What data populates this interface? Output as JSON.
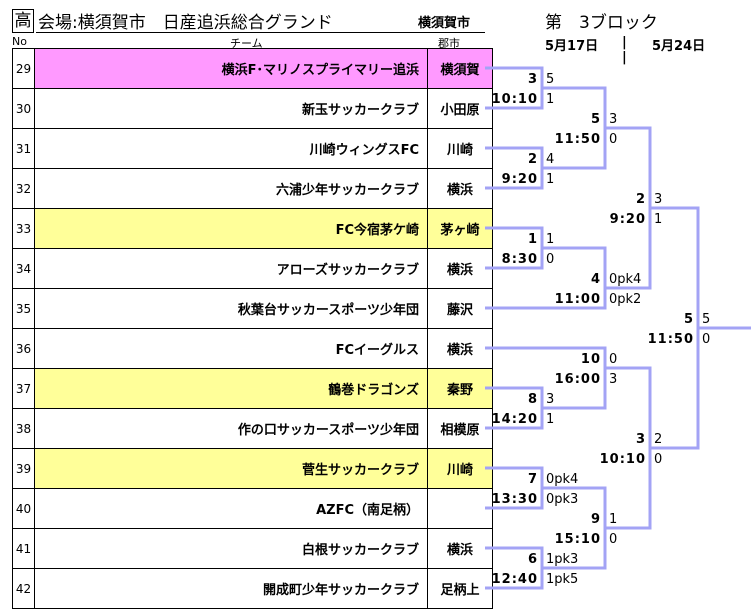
{
  "header": {
    "badge": "高",
    "venue": "会場:横須賀市　日産追浜総合グランド",
    "host_city": "横須賀市",
    "block": "第　3ブロック",
    "col_no": "No",
    "col_team": "チーム",
    "col_city": "郡市",
    "date1": "5月17日",
    "separator": "|",
    "date2": "5月24日"
  },
  "colors": {
    "pink": "#ff99ff",
    "yellow": "#ffff99",
    "line": "#a3a3f5"
  },
  "teams": [
    {
      "no": "29",
      "name": "横浜F･マリノスプライマリー追浜",
      "city": "横須賀",
      "hl": "pink"
    },
    {
      "no": "30",
      "name": "新玉サッカークラブ",
      "city": "小田原",
      "hl": ""
    },
    {
      "no": "31",
      "name": "川崎ウィングスFC",
      "city": "川崎",
      "hl": ""
    },
    {
      "no": "32",
      "name": "六浦少年サッカークラブ",
      "city": "横浜",
      "hl": ""
    },
    {
      "no": "33",
      "name": "FC今宿茅ケ崎",
      "city": "茅ヶ崎",
      "hl": "yellow"
    },
    {
      "no": "34",
      "name": "アローズサッカークラブ",
      "city": "横浜",
      "hl": ""
    },
    {
      "no": "35",
      "name": "秋葉台サッカースポーツ少年団",
      "city": "藤沢",
      "hl": ""
    },
    {
      "no": "36",
      "name": "FCイーグルス",
      "city": "横浜",
      "hl": ""
    },
    {
      "no": "37",
      "name": "鶴巻ドラゴンズ",
      "city": "秦野",
      "hl": "yellow"
    },
    {
      "no": "38",
      "name": "作の口サッカースポーツ少年団",
      "city": "相模原",
      "hl": ""
    },
    {
      "no": "39",
      "name": "菅生サッカークラブ",
      "city": "川崎",
      "hl": "yellow"
    },
    {
      "no": "40",
      "name": "AZFC（南足柄）",
      "city": "",
      "hl": ""
    },
    {
      "no": "41",
      "name": "白根サッカークラブ",
      "city": "横浜",
      "hl": ""
    },
    {
      "no": "42",
      "name": "開成町少年サッカークラブ",
      "city": "足柄上",
      "hl": ""
    }
  ],
  "matches": [
    {
      "id": "3",
      "time": "10:10",
      "score_top": "5",
      "score_bottom": "1"
    },
    {
      "id": "2",
      "time": "9:20",
      "score_top": "4",
      "score_bottom": "1"
    },
    {
      "id": "5",
      "time": "11:50",
      "score_top": "3",
      "score_bottom": "0"
    },
    {
      "id": "1",
      "time": "8:30",
      "score_top": "1",
      "score_bottom": "0"
    },
    {
      "id": "4",
      "time": "11:00",
      "score_top": "0pk4",
      "score_bottom": "0pk2"
    },
    {
      "id": "2",
      "time": "9:20",
      "score_top": "3",
      "score_bottom": "1"
    },
    {
      "id": "5",
      "time": "11:50",
      "score_top": "5",
      "score_bottom": "0"
    },
    {
      "id": "10",
      "time": "16:00",
      "score_top": "0",
      "score_bottom": "3"
    },
    {
      "id": "8",
      "time": "14:20",
      "score_top": "3",
      "score_bottom": "1"
    },
    {
      "id": "3",
      "time": "10:10",
      "score_top": "2",
      "score_bottom": "0"
    },
    {
      "id": "7",
      "time": "13:30",
      "score_top": "0pk4",
      "score_bottom": "0pk3"
    },
    {
      "id": "9",
      "time": "15:10",
      "score_top": "1",
      "score_bottom": "0"
    },
    {
      "id": "6",
      "time": "12:40",
      "score_top": "1pk3",
      "score_bottom": "1pk5"
    }
  ]
}
